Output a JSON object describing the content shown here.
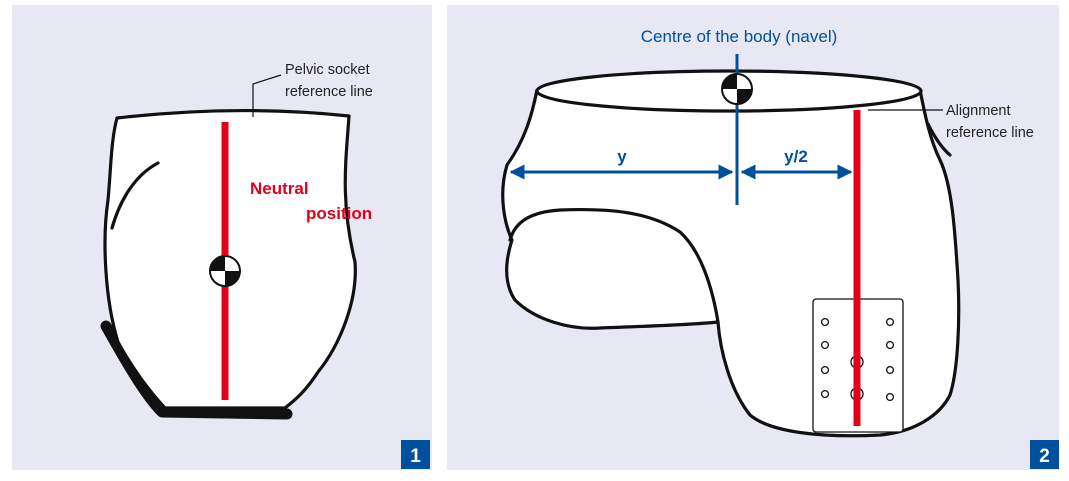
{
  "colors": {
    "panel_background": "#e8e8f5",
    "reference_red": "#e2001a",
    "measure_blue": "#00509d",
    "badge_blue": "#00509d",
    "outline": "#111111"
  },
  "panel1": {
    "badge": "1",
    "callout_line1": "Pelvic socket",
    "callout_line2": "reference line",
    "neutral_line1": "Neutral",
    "neutral_line2": "position",
    "icons": [
      "center-of-mass-icon"
    ]
  },
  "panel2": {
    "badge": "2",
    "title": "Centre of the body (navel)",
    "callout_line1": "Alignment",
    "callout_line2": "reference line",
    "measure_left": "y",
    "measure_right": "y/2",
    "icons": [
      "center-of-mass-icon",
      "adapter-plate-icon"
    ]
  }
}
